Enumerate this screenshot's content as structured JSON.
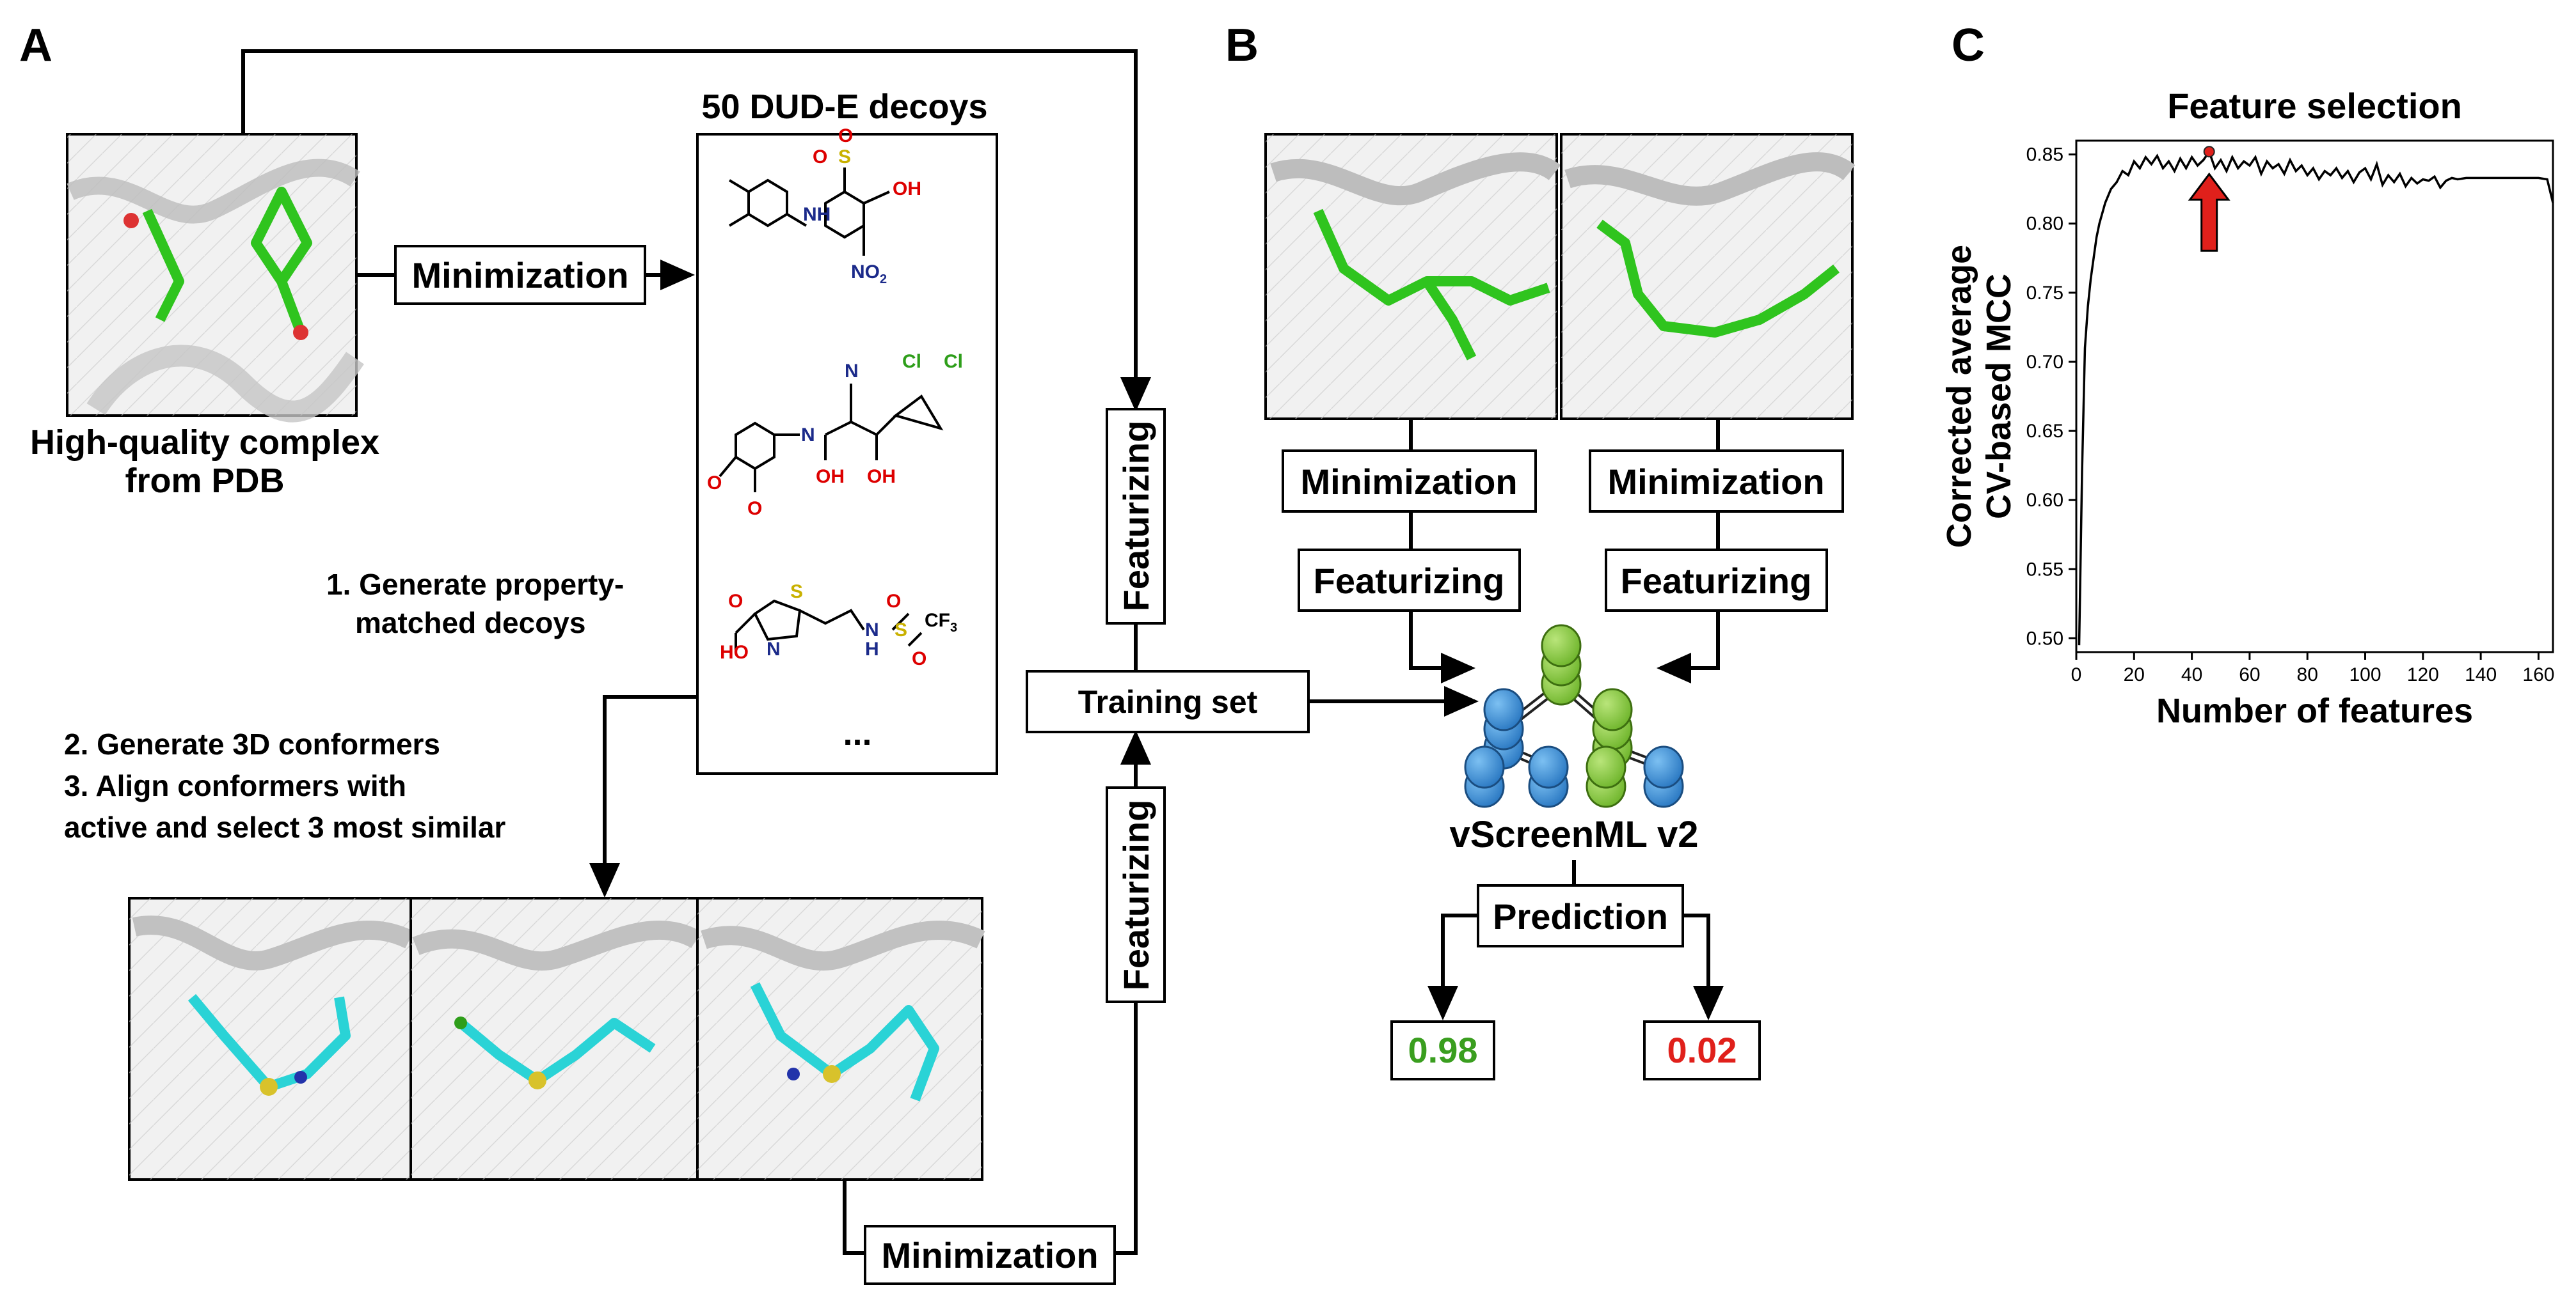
{
  "panels": {
    "a": "A",
    "b": "B",
    "c": "C"
  },
  "panel_a": {
    "complex_caption": [
      "High-quality complex",
      "from PDB"
    ],
    "decoys_title": "50 DUD-E decoys",
    "minimization_label": "Minimization",
    "step1": [
      "1. Generate property-",
      "matched decoys"
    ],
    "step2": [
      "2. Generate 3D conformers",
      "3. Align conformers with",
      "active and select 3 most similar"
    ],
    "featurizing_label": "Featurizing",
    "training_set_label": "Training set",
    "bottom_minimization_label": "Minimization",
    "decoy_ellipsis": "...",
    "atoms": {
      "nh": "NH",
      "oh": "OH",
      "no2": "NO",
      "two": "2",
      "s": "S",
      "o": "O",
      "n": "N",
      "cl": "Cl",
      "cf3": "CF",
      "three": "3",
      "ho": "HO",
      "h": "H"
    }
  },
  "panel_b": {
    "minimization_label": "Minimization",
    "featurizing_label": "Featurizing",
    "model_name": "vScreenML v2",
    "prediction_label": "Prediction",
    "score_active": "0.98",
    "score_decoy": "0.02",
    "colors": {
      "active": "#3a9e1f",
      "decoy": "#e0201b",
      "node_green": "#8cc63f",
      "node_blue": "#3a8fd8"
    }
  },
  "chart_data": {
    "type": "line",
    "title": "Feature selection",
    "xlabel": "Number of features",
    "ylabel": [
      "Corrected average",
      "CV-based MCC"
    ],
    "xlim": [
      0,
      165
    ],
    "ylim": [
      0.49,
      0.86
    ],
    "xticks": [
      "0",
      "20",
      "40",
      "60",
      "80",
      "100",
      "120",
      "140",
      "160"
    ],
    "yticks": [
      "0.50",
      "0.55",
      "0.60",
      "0.65",
      "0.70",
      "0.75",
      "0.80",
      "0.85"
    ],
    "highlight": {
      "x": 46,
      "y": 0.852,
      "color": "#e0201b"
    },
    "series": [
      {
        "x": [
          1,
          2,
          3,
          4,
          5,
          6,
          7,
          8,
          10,
          12,
          14,
          16,
          18,
          20,
          22,
          24,
          26,
          28,
          30,
          32,
          34,
          36,
          38,
          40,
          42,
          44,
          46,
          48,
          50,
          52,
          54,
          56,
          58,
          60,
          62,
          64,
          66,
          68,
          70,
          72,
          74,
          76,
          78,
          80,
          82,
          84,
          86,
          88,
          90,
          92,
          94,
          96,
          98,
          100,
          102,
          104,
          106,
          108,
          110,
          112,
          114,
          116,
          118,
          120,
          122,
          124,
          126,
          128,
          130,
          132,
          135,
          140,
          145,
          150,
          155,
          160,
          163,
          165
        ],
        "y": [
          0.495,
          0.62,
          0.71,
          0.74,
          0.76,
          0.775,
          0.79,
          0.8,
          0.815,
          0.825,
          0.83,
          0.838,
          0.835,
          0.845,
          0.84,
          0.848,
          0.843,
          0.849,
          0.84,
          0.845,
          0.838,
          0.847,
          0.84,
          0.848,
          0.842,
          0.846,
          0.852,
          0.84,
          0.846,
          0.838,
          0.848,
          0.84,
          0.845,
          0.842,
          0.848,
          0.836,
          0.845,
          0.84,
          0.843,
          0.836,
          0.846,
          0.838,
          0.842,
          0.835,
          0.84,
          0.832,
          0.838,
          0.835,
          0.84,
          0.833,
          0.838,
          0.83,
          0.837,
          0.84,
          0.832,
          0.843,
          0.828,
          0.835,
          0.83,
          0.836,
          0.827,
          0.833,
          0.829,
          0.832,
          0.831,
          0.834,
          0.826,
          0.831,
          0.833,
          0.832,
          0.833,
          0.833,
          0.833,
          0.833,
          0.833,
          0.833,
          0.832,
          0.815
        ]
      }
    ]
  }
}
